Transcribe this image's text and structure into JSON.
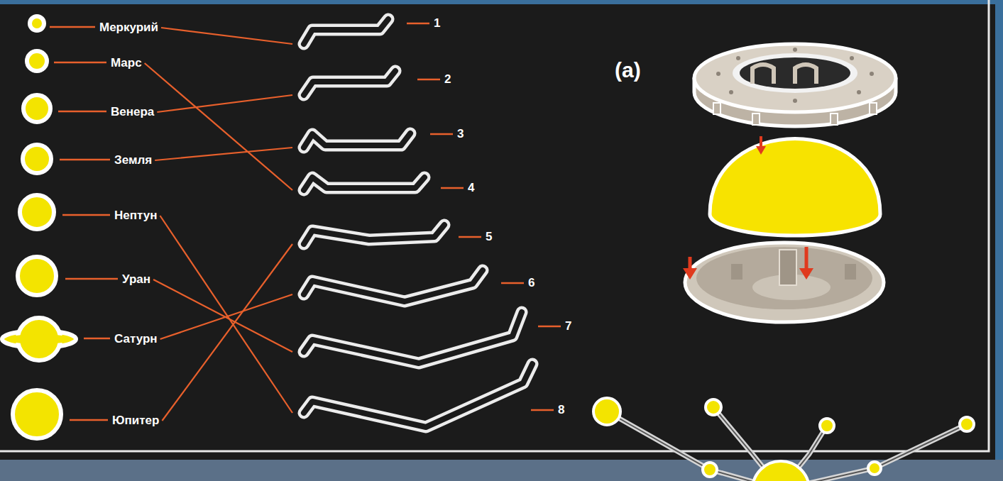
{
  "diagram": {
    "nodes": [
      {
        "text": [
          "Меркурий"
        ]
      },
      {
        "text": [
          "Марс"
        ]
      },
      {
        "text": [
          "Венера"
        ]
      },
      {
        "text": [
          "Земля"
        ]
      },
      {
        "text": [
          "Нептун"
        ]
      },
      {
        "text": [
          "Уран"
        ]
      },
      {
        "text": [
          "Сатурн"
        ]
      },
      {
        "text": [
          "Юпитер"
        ]
      },
      {
        "text": [
          "1"
        ]
      },
      {
        "text": [
          "2"
        ]
      },
      {
        "text": [
          "3"
        ]
      },
      {
        "text": [
          "4"
        ]
      },
      {
        "text": [
          "5"
        ]
      },
      {
        "text": [
          "6"
        ]
      },
      {
        "text": [
          "7"
        ]
      },
      {
        "text": [
          "8"
        ]
      }
    ],
    "edges": [
      {
        "from": 0,
        "to": 8,
        "arrow": "none"
      },
      {
        "from": 1,
        "to": 11,
        "arrow": "none"
      },
      {
        "from": 2,
        "to": 9,
        "arrow": "none"
      },
      {
        "from": 3,
        "to": 10,
        "arrow": "none"
      },
      {
        "from": 4,
        "to": 15,
        "arrow": "none"
      },
      {
        "from": 5,
        "to": 14,
        "arrow": "none"
      },
      {
        "from": 6,
        "to": 13,
        "arrow": "none"
      },
      {
        "from": 7,
        "to": 12,
        "arrow": "none"
      }
    ],
    "labels": [
      "(a)"
    ]
  }
}
